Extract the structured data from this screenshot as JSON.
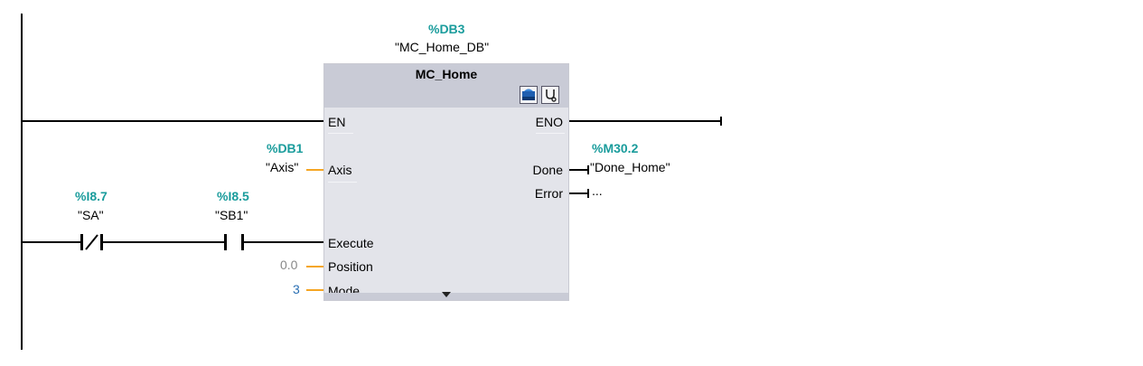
{
  "block": {
    "instance_address": "%DB3",
    "instance_name": "\"MC_Home_DB\"",
    "title": "MC_Home",
    "icons": [
      "instance-db-icon",
      "diagnostics-stethoscope-icon"
    ],
    "inputs": {
      "en": "EN",
      "axis": "Axis",
      "execute": "Execute",
      "position": "Position",
      "mode": "Mode"
    },
    "outputs": {
      "eno": "ENO",
      "done": "Done",
      "error": "Error"
    }
  },
  "operands": {
    "axis_address": "%DB1",
    "axis_name": "\"Axis\"",
    "position_value": "0.0",
    "mode_value": "3",
    "done_address": "%M30.2",
    "done_name": "\"Done_Home\"",
    "error_value": "..."
  },
  "contacts": [
    {
      "address": "%I8.7",
      "name": "\"SA\"",
      "type": "normally-closed"
    },
    {
      "address": "%I8.5",
      "name": "\"SB1\"",
      "type": "normally-open"
    }
  ],
  "colors": {
    "address": "#1a9c9c",
    "operand_wire": "#f5a623",
    "constant_grey": "#888888",
    "constant_blue": "#2a6fb3",
    "block_body": "#e3e4ea",
    "block_header": "#c9cbd6"
  }
}
